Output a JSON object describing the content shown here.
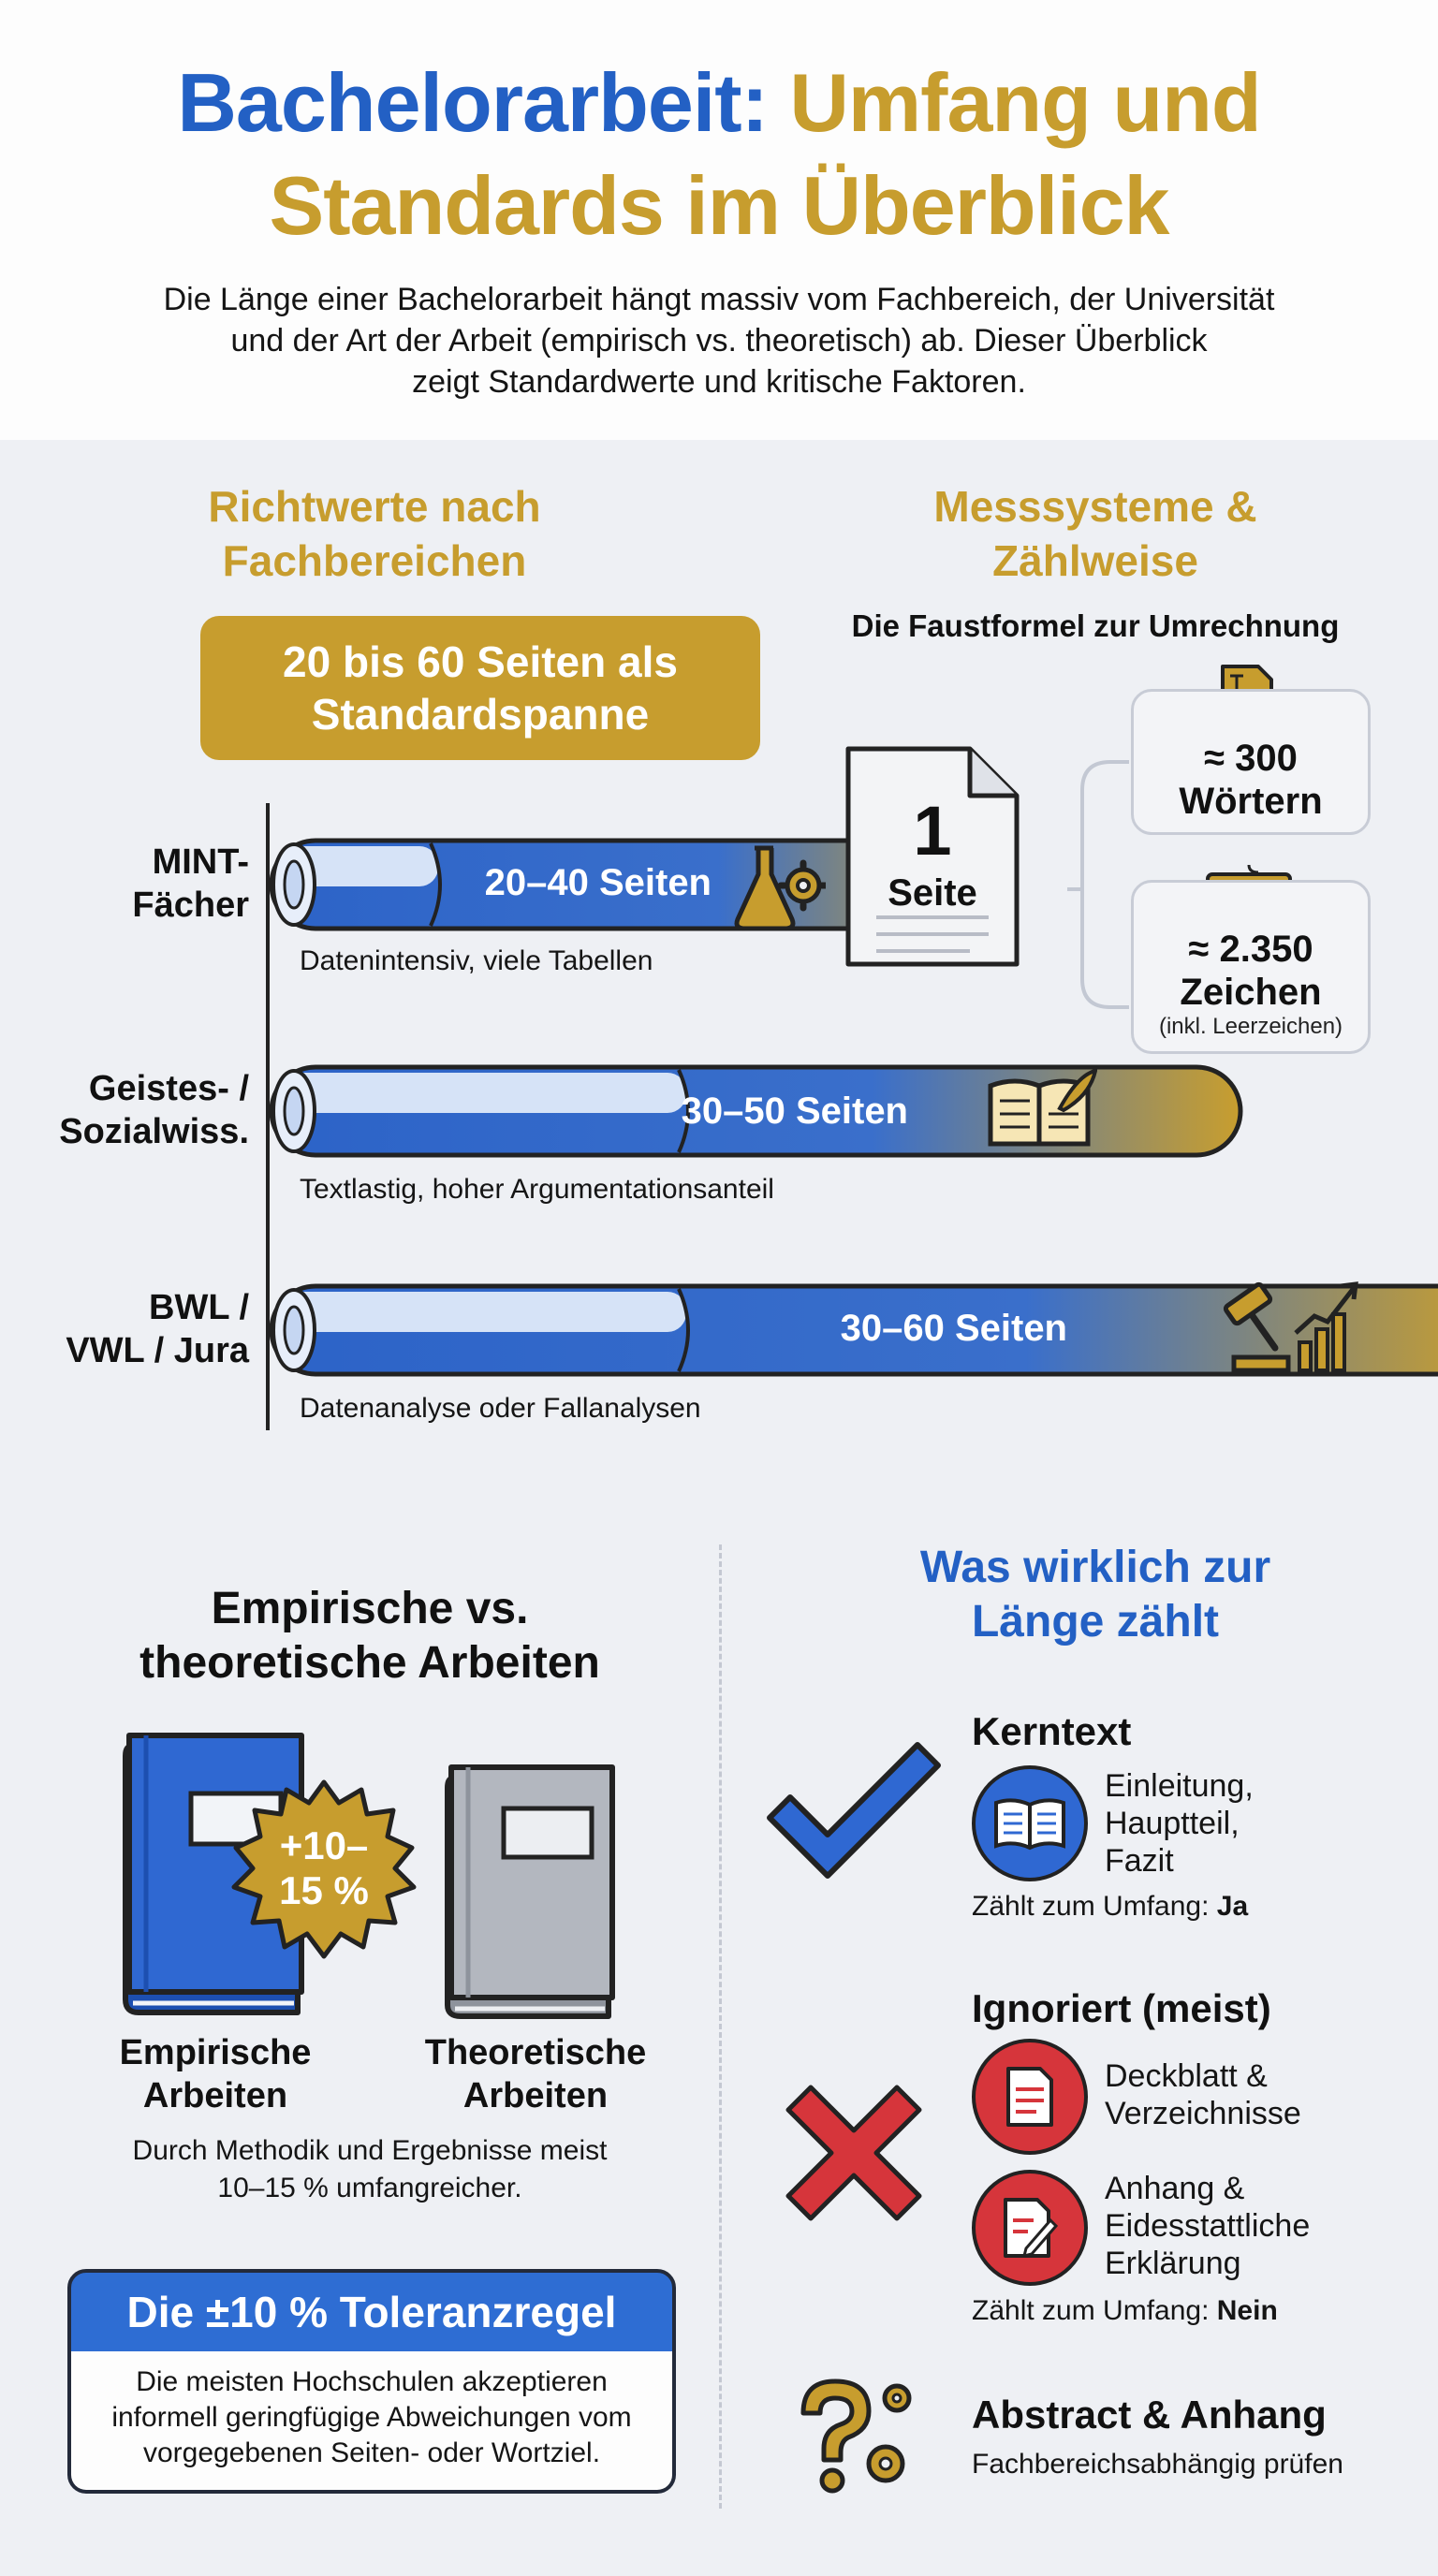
{
  "header": {
    "title_part1": "Bachelorarbeit:",
    "title_part2": "Umfang und",
    "title_line2": "Standards im Überblick",
    "intro_line1": "Die Länge einer Bachelorarbeit hängt massiv vom Fachbereich, der Universität",
    "intro_line2": "und der Art der Arbeit (empirisch vs. theoretisch) ab. Dieser Überblick",
    "intro_line3": "zeigt Standardwerte und kritische Faktoren."
  },
  "richtwerte": {
    "heading_line1": "Richtwerte nach",
    "heading_line2": "Fachbereichen",
    "span_line1": "20 bis 60 Seiten als",
    "span_line2": "Standardspanne",
    "fields": [
      {
        "label_line1": "MINT-",
        "label_line2": "Fächer",
        "range_label": "20–40 Seiten",
        "min_pages": 20,
        "max_pages": 40,
        "note": "Datenintensiv, viele Tabellen",
        "icon": "lab-flask-gear-icon"
      },
      {
        "label_line1": "Geistes- /",
        "label_line2": "Sozialwiss.",
        "range_label": "30–50 Seiten",
        "min_pages": 30,
        "max_pages": 50,
        "note": "Textlastig, hoher Argumentationsanteil",
        "icon": "open-book-quill-icon"
      },
      {
        "label_line1": "BWL /",
        "label_line2": "VWL / Jura",
        "range_label": "30–60 Seiten",
        "min_pages": 30,
        "max_pages": 60,
        "note": "Datenanalyse oder Fallanalysen",
        "icon": "gavel-growth-chart-icon"
      }
    ]
  },
  "messsysteme": {
    "heading_line1": "Messsysteme &",
    "heading_line2": "Zählweise",
    "subheading": "Die Faustformel zur Umrechnung",
    "page_number": "1",
    "page_label": "Seite",
    "words_value": "≈ 300",
    "words_label": "Wörtern",
    "chars_value": "≈ 2.350",
    "chars_label": "Zeichen",
    "chars_note": "(inkl. Leerzeichen)"
  },
  "types": {
    "heading_line1": "Empirische vs.",
    "heading_line2": "theoretische Arbeiten",
    "badge_line1": "+10–",
    "badge_line2": "15 %",
    "empirical_line1": "Empirische",
    "empirical_line2": "Arbeiten",
    "theoretical_line1": "Theoretische",
    "theoretical_line2": "Arbeiten",
    "desc_line1": "Durch Methodik und Ergebnisse meist",
    "desc_line2": "10–15 % umfangreicher."
  },
  "tolerance": {
    "title": "Die ±10 % Toleranzregel",
    "line1": "Die meisten Hochschulen akzeptieren",
    "line2": "informell geringfügige Abweichungen vom",
    "line3": "vorgegebenen Seiten- oder Wortziel."
  },
  "counts": {
    "heading_line1": "Was wirklich zur",
    "heading_line2": "Länge zählt",
    "kern_title": "Kerntext",
    "kern_line1": "Einleitung,",
    "kern_line2": "Hauptteil,",
    "kern_line3": "Fazit",
    "kern_count_label": "Zählt zum Umfang:",
    "kern_count_value": "Ja",
    "ign_title": "Ignoriert (meist)",
    "ign_a_line1": "Deckblatt &",
    "ign_a_line2": "Verzeichnisse",
    "ign_b_line1": "Anhang &",
    "ign_b_line2": "Eidesstattliche",
    "ign_b_line3": "Erklärung",
    "ign_count_label": "Zählt zum Umfang:",
    "ign_count_value": "Nein",
    "abs_title": "Abstract & Anhang",
    "abs_note": "Fachbereichsabhängig prüfen"
  },
  "colors": {
    "blue": "#2360c4",
    "gold": "#c79d2e",
    "red": "#d6353b"
  }
}
